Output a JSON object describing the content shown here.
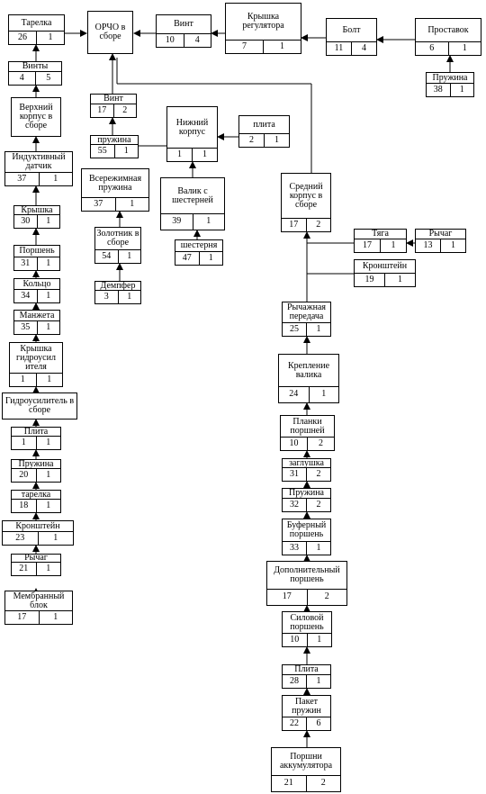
{
  "nodes": {
    "orcho": {
      "name": "ОРЧО  в сборе",
      "id": "",
      "qty": ""
    },
    "tarelka_top": {
      "name": "Тарелка",
      "id": "26",
      "qty": "1"
    },
    "vinty": {
      "name": "Винты",
      "id": "4",
      "qty": "5"
    },
    "verh_korpus": {
      "name": "Верхний корпус в сборе",
      "id": "",
      "qty": ""
    },
    "ind_datchik": {
      "name": "Индуктивный датчик",
      "id": "37",
      "qty": "1"
    },
    "kryshka": {
      "name": "Крышка",
      "id": "30",
      "qty": "1"
    },
    "porshen": {
      "name": "Поршень",
      "id": "31",
      "qty": "1"
    },
    "kolco": {
      "name": "Кольцо",
      "id": "34",
      "qty": "1"
    },
    "manzheta": {
      "name": "Манжета",
      "id": "35",
      "qty": "1"
    },
    "kryshka_gidro": {
      "name": "Крышка гидроусил ителя",
      "id": "1",
      "qty": "1"
    },
    "gidrousil": {
      "name": "Гидроусилитель в сборе",
      "id": "",
      "qty": ""
    },
    "plita_left": {
      "name": "Плита",
      "id": "1",
      "qty": "1"
    },
    "pruzhina_left": {
      "name": "Пружина",
      "id": "20",
      "qty": "1"
    },
    "tarelka_left": {
      "name": "тарелка",
      "id": "18",
      "qty": "1"
    },
    "kronshtein_left": {
      "name": "Кронштейн",
      "id": "23",
      "qty": "1"
    },
    "rychag_left": {
      "name": "Рычаг",
      "id": "21",
      "qty": "1"
    },
    "membr_blok": {
      "name": "Мембранный блок",
      "id": "17",
      "qty": "1"
    },
    "vint_top": {
      "name": "Винт",
      "id": "10",
      "qty": "4"
    },
    "kryshka_reg": {
      "name": "Крышка регулятора",
      "id": "7",
      "qty": "1"
    },
    "bolt": {
      "name": "Болт",
      "id": "11",
      "qty": "4"
    },
    "prostavok": {
      "name": "Проставок",
      "id": "6",
      "qty": "1"
    },
    "pruzhina_38": {
      "name": "Пружина",
      "id": "38",
      "qty": "1"
    },
    "vint_mid": {
      "name": "Винт",
      "id": "17",
      "qty": "2"
    },
    "pruzhina_55": {
      "name": "пружина",
      "id": "55",
      "qty": "1"
    },
    "vserezh": {
      "name": "Всережимная пружина",
      "id": "37",
      "qty": "1"
    },
    "zolotnik": {
      "name": "Золотник в сборе",
      "id": "54",
      "qty": "1"
    },
    "dempfer": {
      "name": "Демпфер",
      "id": "3",
      "qty": "1"
    },
    "nizh_korpus": {
      "name": "Нижний корпус",
      "id": "1",
      "qty": "1"
    },
    "plita_top": {
      "name": "плита",
      "id": "2",
      "qty": "1"
    },
    "valik_shest": {
      "name": "Валик с шестерней",
      "id": "39",
      "qty": "1"
    },
    "shesternya": {
      "name": "шестерня",
      "id": "47",
      "qty": "1"
    },
    "sred_korpus": {
      "name": "Средний корпус в сборе",
      "id": "17",
      "qty": "2"
    },
    "tyaga": {
      "name": "Тяга",
      "id": "17",
      "qty": "1"
    },
    "rychag_right": {
      "name": "Рычаг",
      "id": "13",
      "qty": "1"
    },
    "kronshtein_right": {
      "name": "Кронштейн",
      "id": "19",
      "qty": "1"
    },
    "rych_pered": {
      "name": "Рычажная передача",
      "id": "25",
      "qty": "1"
    },
    "kreplenie": {
      "name": "Крепление валика",
      "id": "24",
      "qty": "1"
    },
    "planki": {
      "name": "Планки поршней",
      "id": "10",
      "qty": "2"
    },
    "zaglushka": {
      "name": "заглушка",
      "id": "31",
      "qty": "2"
    },
    "pruzhina_32": {
      "name": "Пружина",
      "id": "32",
      "qty": "2"
    },
    "bufer": {
      "name": "Буферный поршень",
      "id": "33",
      "qty": "1"
    },
    "dop_porshen": {
      "name": "Дополнительный поршень",
      "id": "17",
      "qty": "2"
    },
    "silovoi": {
      "name": "Силовой поршень",
      "id": "10",
      "qty": "1"
    },
    "plita_28": {
      "name": "Плита",
      "id": "28",
      "qty": "1"
    },
    "paket": {
      "name": "Пакет пружин",
      "id": "22",
      "qty": "6"
    },
    "porshni_akk": {
      "name": "Поршни аккумулятора",
      "id": "21",
      "qty": "2"
    }
  }
}
